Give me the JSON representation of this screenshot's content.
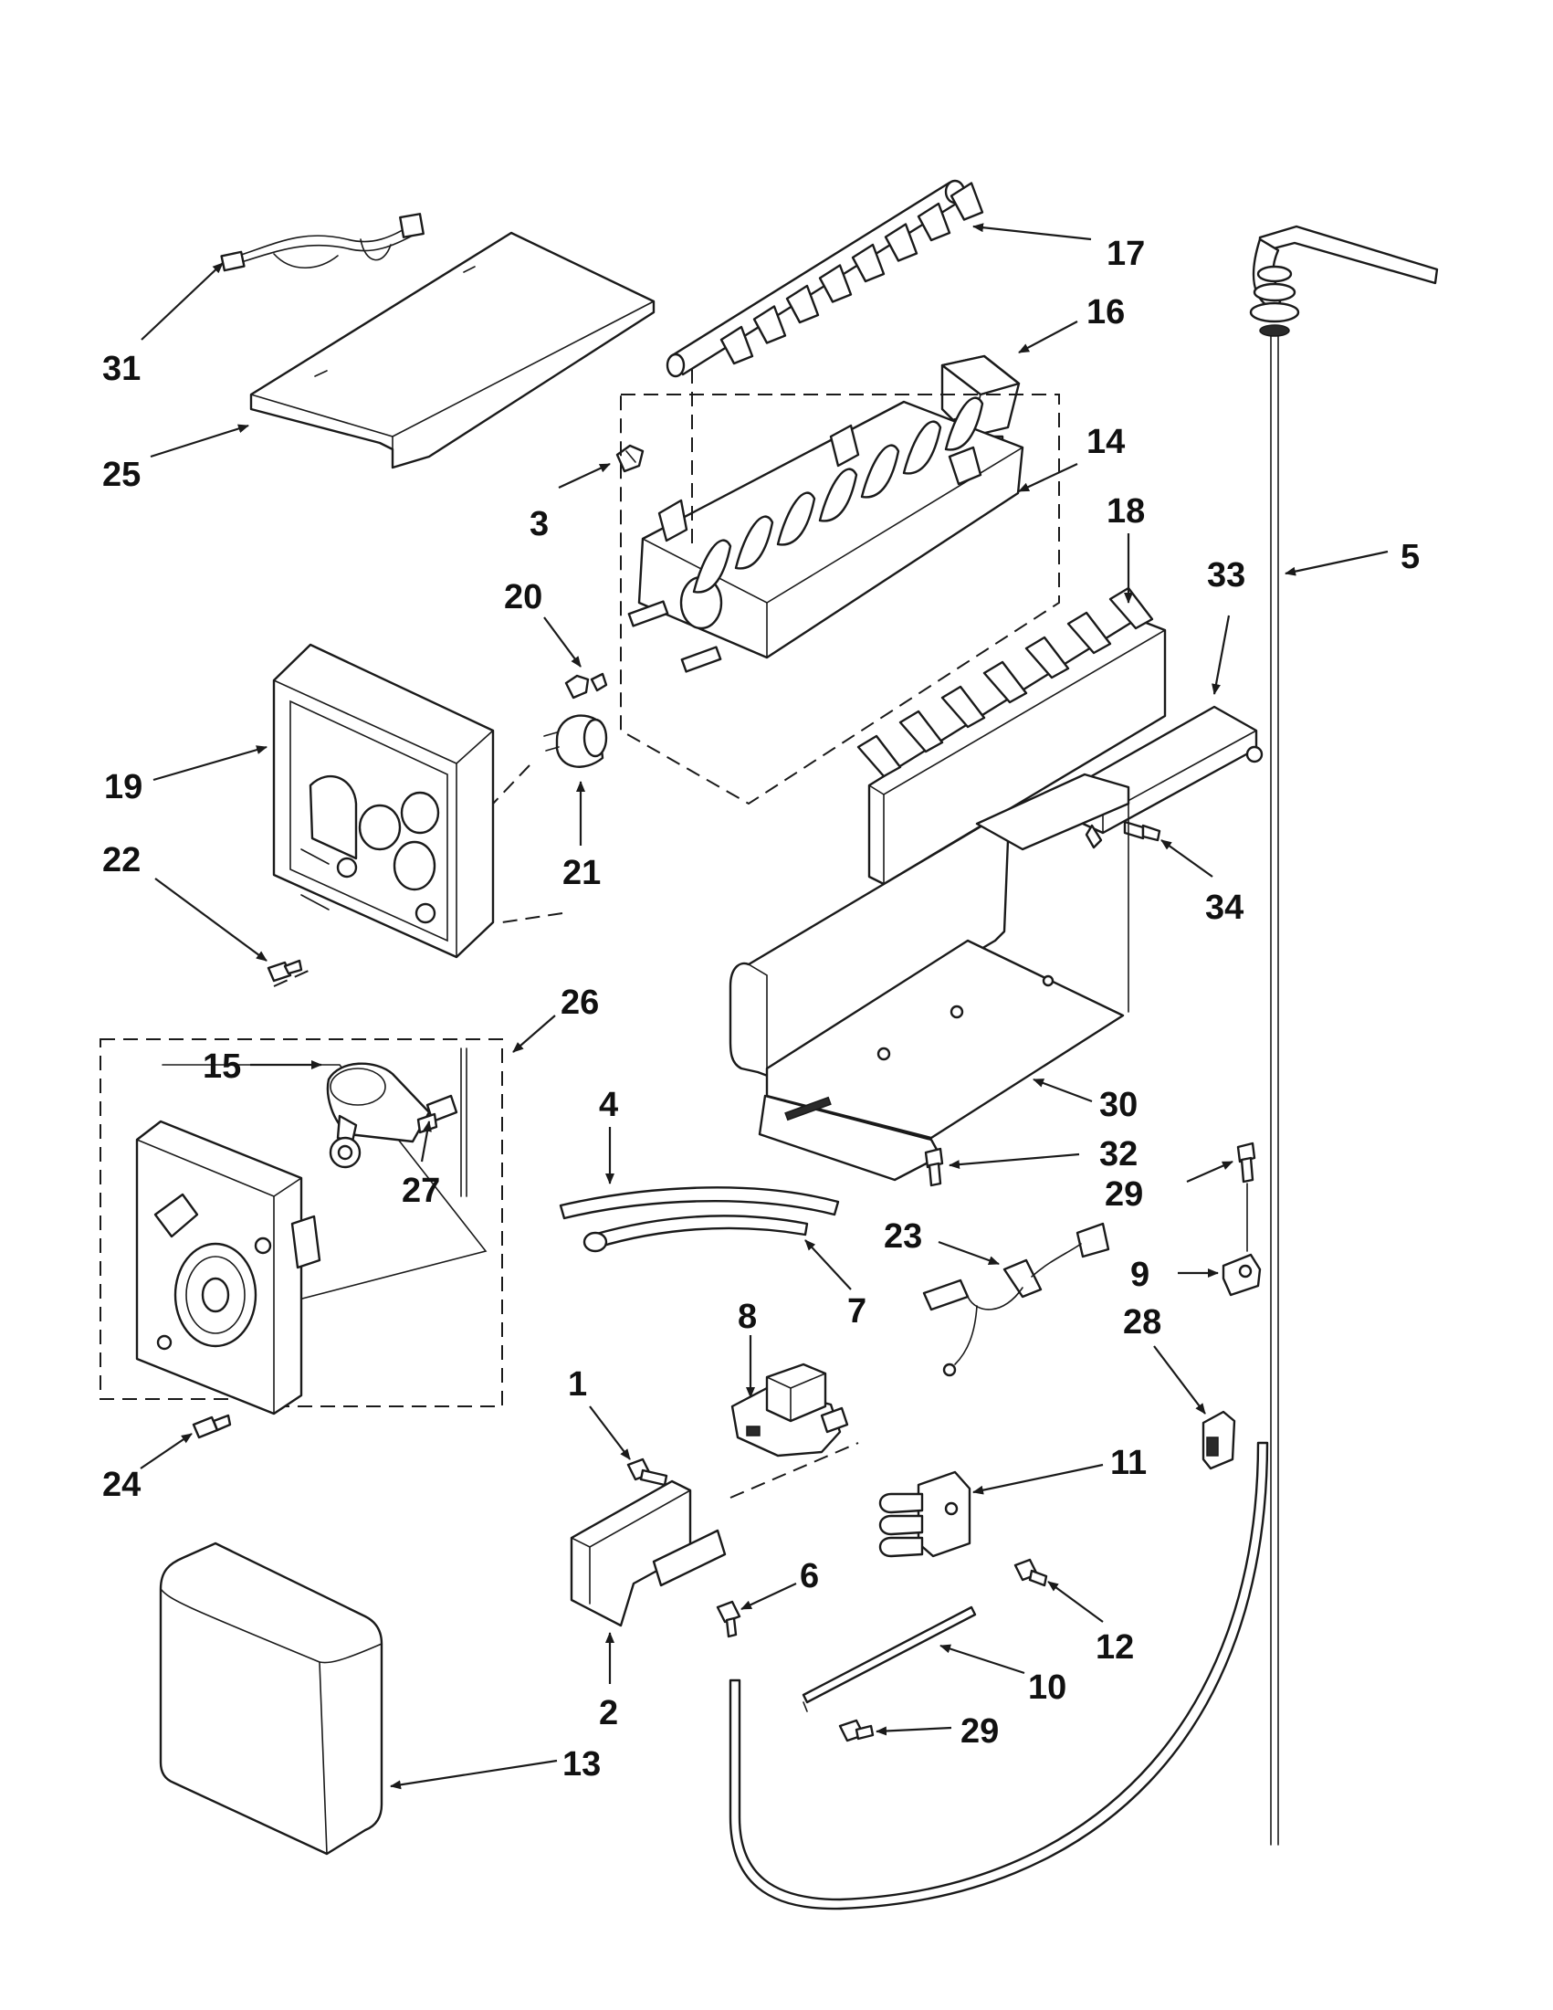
{
  "callouts": [
    {
      "id": "c31",
      "label": "31"
    },
    {
      "id": "c25",
      "label": "25"
    },
    {
      "id": "c3",
      "label": "3"
    },
    {
      "id": "c17",
      "label": "17"
    },
    {
      "id": "c16",
      "label": "16"
    },
    {
      "id": "c14",
      "label": "14"
    },
    {
      "id": "c18",
      "label": "18"
    },
    {
      "id": "c5",
      "label": "5"
    },
    {
      "id": "c33",
      "label": "33"
    },
    {
      "id": "c20",
      "label": "20"
    },
    {
      "id": "c19",
      "label": "19"
    },
    {
      "id": "c21",
      "label": "21"
    },
    {
      "id": "c22",
      "label": "22"
    },
    {
      "id": "c34",
      "label": "34"
    },
    {
      "id": "c26",
      "label": "26"
    },
    {
      "id": "c15",
      "label": "15"
    },
    {
      "id": "c27",
      "label": "27"
    },
    {
      "id": "c4",
      "label": "4"
    },
    {
      "id": "c30",
      "label": "30"
    },
    {
      "id": "c32",
      "label": "32"
    },
    {
      "id": "c29a",
      "label": "29"
    },
    {
      "id": "c23",
      "label": "23"
    },
    {
      "id": "c9",
      "label": "9"
    },
    {
      "id": "c7",
      "label": "7"
    },
    {
      "id": "c8",
      "label": "8"
    },
    {
      "id": "c28",
      "label": "28"
    },
    {
      "id": "c1",
      "label": "1"
    },
    {
      "id": "c24",
      "label": "24"
    },
    {
      "id": "c11",
      "label": "11"
    },
    {
      "id": "c6",
      "label": "6"
    },
    {
      "id": "c12",
      "label": "12"
    },
    {
      "id": "c10",
      "label": "10"
    },
    {
      "id": "c2",
      "label": "2"
    },
    {
      "id": "c29b",
      "label": "29"
    },
    {
      "id": "c13",
      "label": "13"
    }
  ]
}
